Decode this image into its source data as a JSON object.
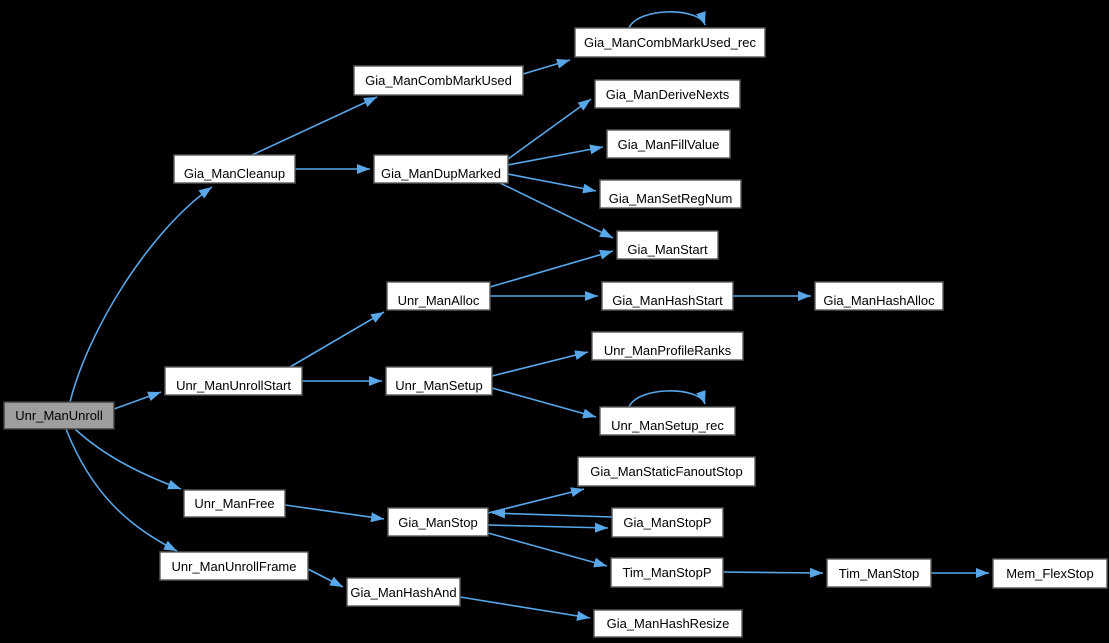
{
  "diagram": {
    "type": "call-graph",
    "root_function": "Unr_ManUnroll",
    "colors": {
      "background": "#000000",
      "edge": "#58a7e8",
      "node_fill": "#ffffff",
      "node_border": "#5a5a5a",
      "root_node_fill": "#9e9e9e",
      "text": "#000000"
    },
    "nodes": {
      "unr_manunroll": {
        "label": "Unr_ManUnroll",
        "root": true
      },
      "gia_mancleanup": {
        "label": "Gia_ManCleanup"
      },
      "gia_mancombmarkused": {
        "label": "Gia_ManCombMarkUsed"
      },
      "gia_mancombmarkused_rec": {
        "label": "Gia_ManCombMarkUsed_rec"
      },
      "gia_mandupmarked": {
        "label": "Gia_ManDupMarked"
      },
      "gia_manderivenexts": {
        "label": "Gia_ManDeriveNexts"
      },
      "gia_manfillvalue": {
        "label": "Gia_ManFillValue"
      },
      "gia_mansetregnum": {
        "label": "Gia_ManSetRegNum"
      },
      "gia_manstart": {
        "label": "Gia_ManStart"
      },
      "unr_manunrollstart": {
        "label": "Unr_ManUnrollStart"
      },
      "unr_manalloc": {
        "label": "Unr_ManAlloc"
      },
      "gia_manhashstart": {
        "label": "Gia_ManHashStart"
      },
      "gia_manhashalloc": {
        "label": "Gia_ManHashAlloc"
      },
      "unr_mansetup": {
        "label": "Unr_ManSetup"
      },
      "unr_manprofileranks": {
        "label": "Unr_ManProfileRanks"
      },
      "unr_mansetup_rec": {
        "label": "Unr_ManSetup_rec"
      },
      "unr_manfree": {
        "label": "Unr_ManFree"
      },
      "gia_manstop": {
        "label": "Gia_ManStop"
      },
      "gia_manstaticfanoutstop": {
        "label": "Gia_ManStaticFanoutStop"
      },
      "gia_manstopp": {
        "label": "Gia_ManStopP"
      },
      "unr_manunrollframe": {
        "label": "Unr_ManUnrollFrame"
      },
      "tim_manstopp": {
        "label": "Tim_ManStopP"
      },
      "tim_manstop": {
        "label": "Tim_ManStop"
      },
      "mem_flexstop": {
        "label": "Mem_FlexStop"
      },
      "gia_manhashand": {
        "label": "Gia_ManHashAnd"
      },
      "gia_manhashresize": {
        "label": "Gia_ManHashResize"
      }
    },
    "edges": [
      {
        "from": "Unr_ManUnroll",
        "to": "Gia_ManCleanup"
      },
      {
        "from": "Unr_ManUnroll",
        "to": "Unr_ManUnrollStart"
      },
      {
        "from": "Unr_ManUnroll",
        "to": "Unr_ManFree"
      },
      {
        "from": "Unr_ManUnroll",
        "to": "Unr_ManUnrollFrame"
      },
      {
        "from": "Gia_ManCleanup",
        "to": "Gia_ManCombMarkUsed"
      },
      {
        "from": "Gia_ManCleanup",
        "to": "Gia_ManDupMarked"
      },
      {
        "from": "Gia_ManCombMarkUsed",
        "to": "Gia_ManCombMarkUsed_rec"
      },
      {
        "from": "Gia_ManCombMarkUsed_rec",
        "to": "Gia_ManCombMarkUsed_rec"
      },
      {
        "from": "Gia_ManDupMarked",
        "to": "Gia_ManDeriveNexts"
      },
      {
        "from": "Gia_ManDupMarked",
        "to": "Gia_ManFillValue"
      },
      {
        "from": "Gia_ManDupMarked",
        "to": "Gia_ManSetRegNum"
      },
      {
        "from": "Gia_ManDupMarked",
        "to": "Gia_ManStart"
      },
      {
        "from": "Unr_ManUnrollStart",
        "to": "Unr_ManAlloc"
      },
      {
        "from": "Unr_ManUnrollStart",
        "to": "Unr_ManSetup"
      },
      {
        "from": "Unr_ManAlloc",
        "to": "Gia_ManStart"
      },
      {
        "from": "Unr_ManAlloc",
        "to": "Gia_ManHashStart"
      },
      {
        "from": "Gia_ManHashStart",
        "to": "Gia_ManHashAlloc"
      },
      {
        "from": "Unr_ManSetup",
        "to": "Unr_ManProfileRanks"
      },
      {
        "from": "Unr_ManSetup",
        "to": "Unr_ManSetup_rec"
      },
      {
        "from": "Unr_ManSetup_rec",
        "to": "Unr_ManSetup_rec"
      },
      {
        "from": "Unr_ManFree",
        "to": "Gia_ManStop"
      },
      {
        "from": "Gia_ManStop",
        "to": "Gia_ManStaticFanoutStop"
      },
      {
        "from": "Gia_ManStop",
        "to": "Gia_ManStopP"
      },
      {
        "from": "Gia_ManStopP",
        "to": "Gia_ManStop"
      },
      {
        "from": "Gia_ManStop",
        "to": "Tim_ManStopP"
      },
      {
        "from": "Unr_ManUnrollFrame",
        "to": "Gia_ManHashAnd"
      },
      {
        "from": "Gia_ManHashAnd",
        "to": "Gia_ManHashResize"
      },
      {
        "from": "Tim_ManStopP",
        "to": "Tim_ManStop"
      },
      {
        "from": "Tim_ManStop",
        "to": "Mem_FlexStop"
      }
    ]
  }
}
